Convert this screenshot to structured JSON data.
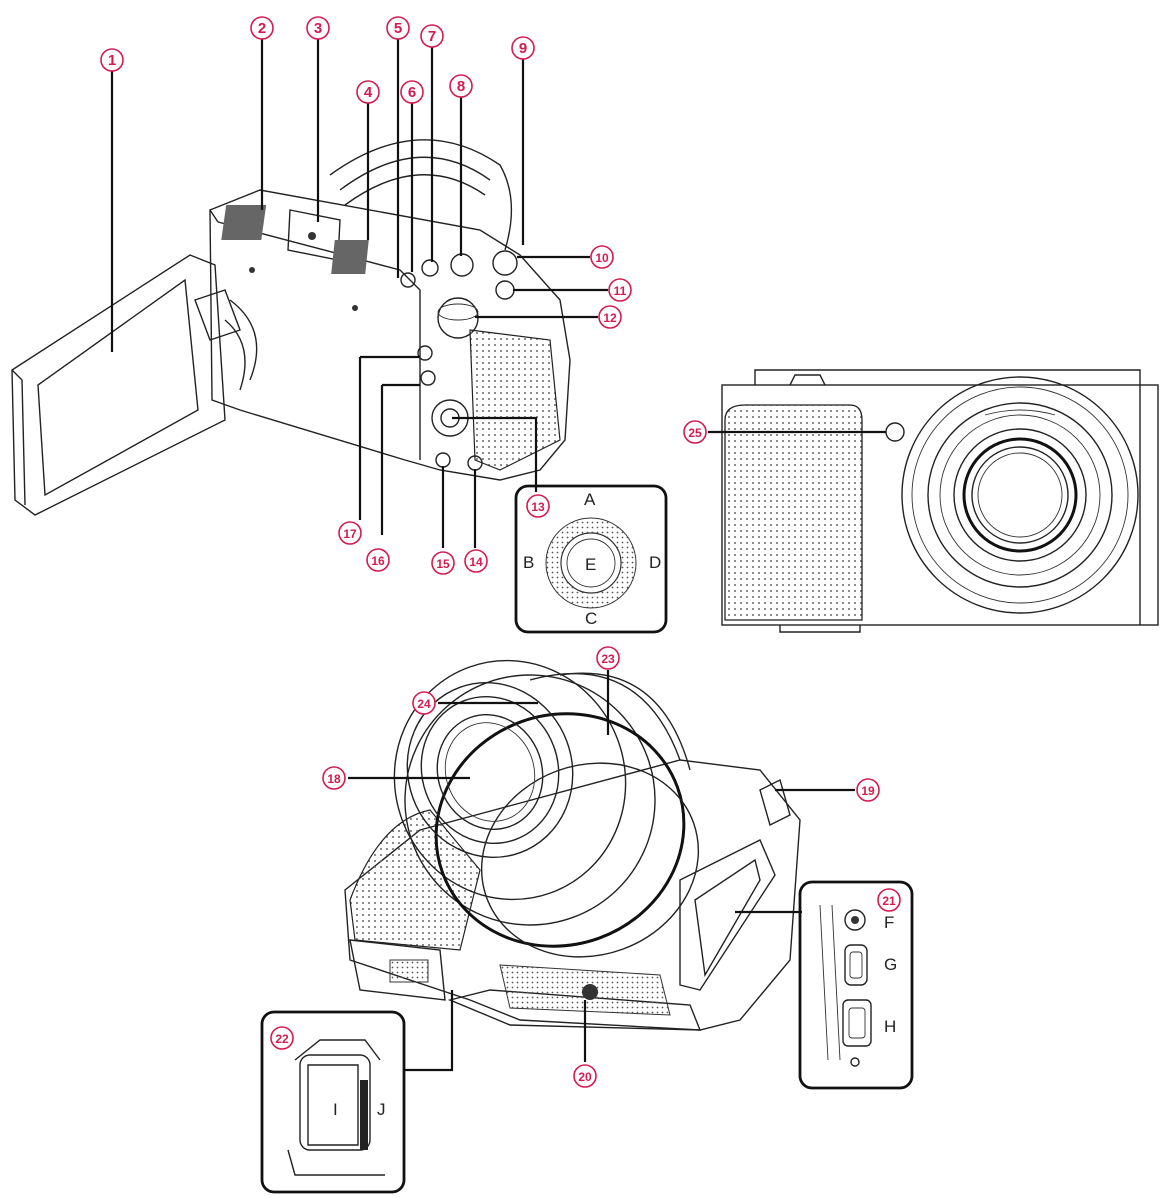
{
  "callouts": [
    {
      "id": "c1",
      "label": "1"
    },
    {
      "id": "c2",
      "label": "2"
    },
    {
      "id": "c3",
      "label": "3"
    },
    {
      "id": "c4",
      "label": "4"
    },
    {
      "id": "c5",
      "label": "5"
    },
    {
      "id": "c6",
      "label": "6"
    },
    {
      "id": "c7",
      "label": "7"
    },
    {
      "id": "c8",
      "label": "8"
    },
    {
      "id": "c9",
      "label": "9"
    },
    {
      "id": "c10",
      "label": "10"
    },
    {
      "id": "c11",
      "label": "11"
    },
    {
      "id": "c12",
      "label": "12"
    },
    {
      "id": "c13",
      "label": "13"
    },
    {
      "id": "c14",
      "label": "14"
    },
    {
      "id": "c15",
      "label": "15"
    },
    {
      "id": "c16",
      "label": "16"
    },
    {
      "id": "c17",
      "label": "17"
    },
    {
      "id": "c18",
      "label": "18"
    },
    {
      "id": "c19",
      "label": "19"
    },
    {
      "id": "c20",
      "label": "20"
    },
    {
      "id": "c21",
      "label": "21"
    },
    {
      "id": "c22",
      "label": "22"
    },
    {
      "id": "c23",
      "label": "23"
    },
    {
      "id": "c24",
      "label": "24"
    },
    {
      "id": "c25",
      "label": "25"
    }
  ],
  "dial_letters": {
    "a": "A",
    "b": "B",
    "c": "C",
    "d": "D",
    "e": "E"
  },
  "port_letters": {
    "f": "F",
    "g": "G",
    "h": "H"
  },
  "battery_letters": {
    "i": "I",
    "j": "J"
  },
  "colors": {
    "callout": "#d61a4f",
    "line": "#111111"
  }
}
